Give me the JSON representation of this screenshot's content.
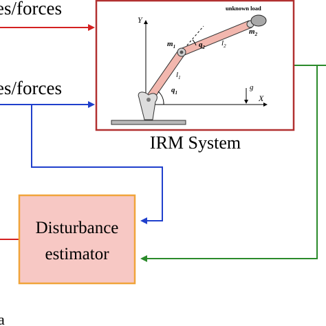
{
  "inputs": {
    "top_label": "es/forces",
    "middle_label": "es/forces"
  },
  "irm_system": {
    "title": "IRM System",
    "load_label": "unknown load",
    "axis_y": "Y",
    "axis_x": "X",
    "gravity": "g",
    "mass1": "m",
    "mass1_sub": "1",
    "mass2": "m",
    "mass2_sub": "2",
    "link1": "l",
    "link1_sub": "1",
    "link2": "l",
    "link2_sub": "2",
    "joint1": "q",
    "joint1_sub": "1",
    "joint2": "q",
    "joint2_sub": "2"
  },
  "estimator": {
    "line1": "Disturbance",
    "line2": "estimator"
  },
  "corner_mark": "a",
  "colors": {
    "red": "#d42020",
    "blue": "#1f3fcc",
    "green": "#2a8a2a",
    "irm_border": "#b13030",
    "estimator_fill": "#f7c8c4",
    "estimator_border": "#f0a43a",
    "link_fill": "#f2b7ae"
  }
}
